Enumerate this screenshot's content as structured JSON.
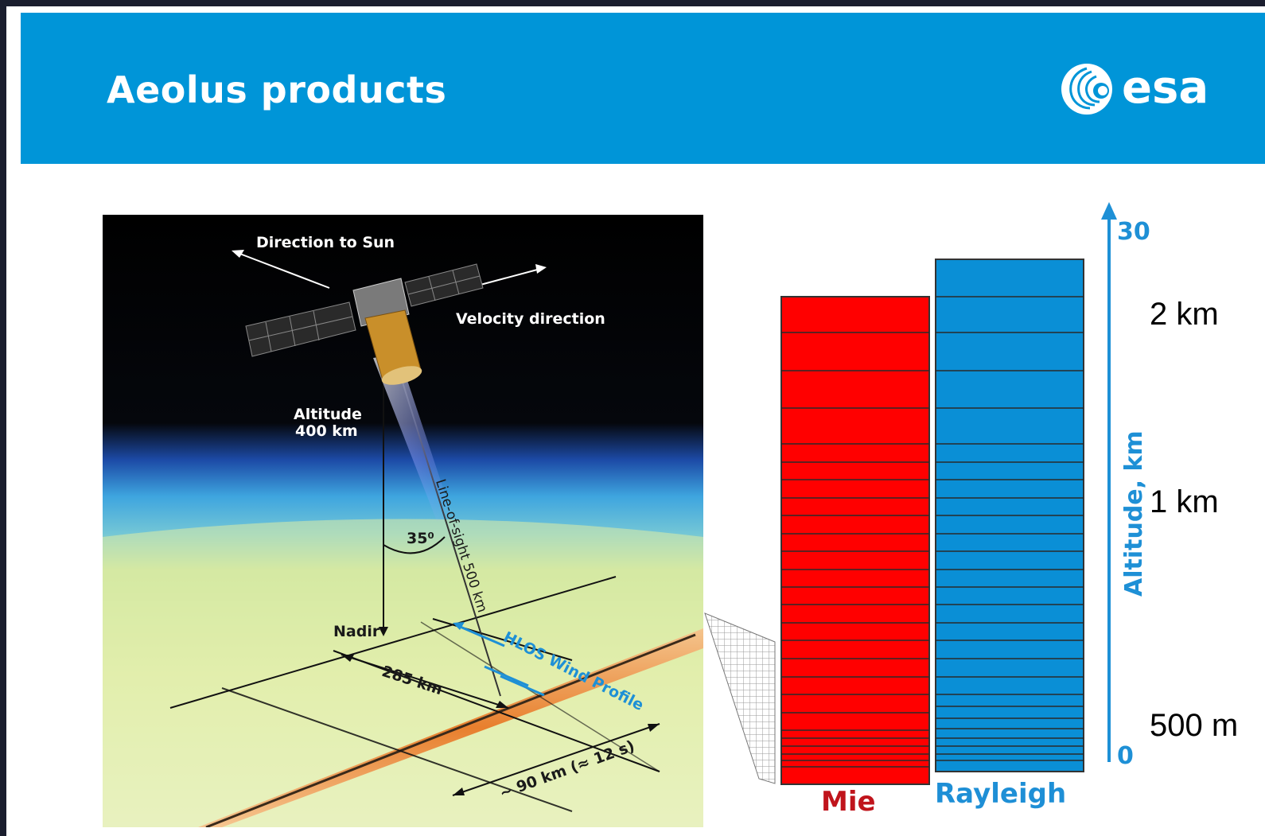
{
  "header": {
    "title": "Aeolus products",
    "logo_text": "esa",
    "color": "#0095d8"
  },
  "illustration": {
    "direction_to_sun": "Direction to Sun",
    "velocity_direction": "Velocity direction",
    "altitude_line1": "Altitude",
    "altitude_line2": "400 km",
    "angle": "35⁰",
    "line_of_sight": "Line-of-sight 500 km",
    "nadir": "Nadir",
    "distance_285": "285 km",
    "hlos_wind_profile": "HLOS Wind Profile",
    "distance_90": "~ 90 km (≈ 12 s)"
  },
  "bins": {
    "mie_label": "Mie",
    "rayleigh_label": "Rayleigh",
    "mie_color": "#ff0000",
    "rayleigh_color": "#0a8fd6",
    "axis_title": "Altitude, km",
    "axis_max": "30",
    "axis_min": "0",
    "resolution_labels": [
      "2 km",
      "1 km",
      "500 m"
    ]
  }
}
